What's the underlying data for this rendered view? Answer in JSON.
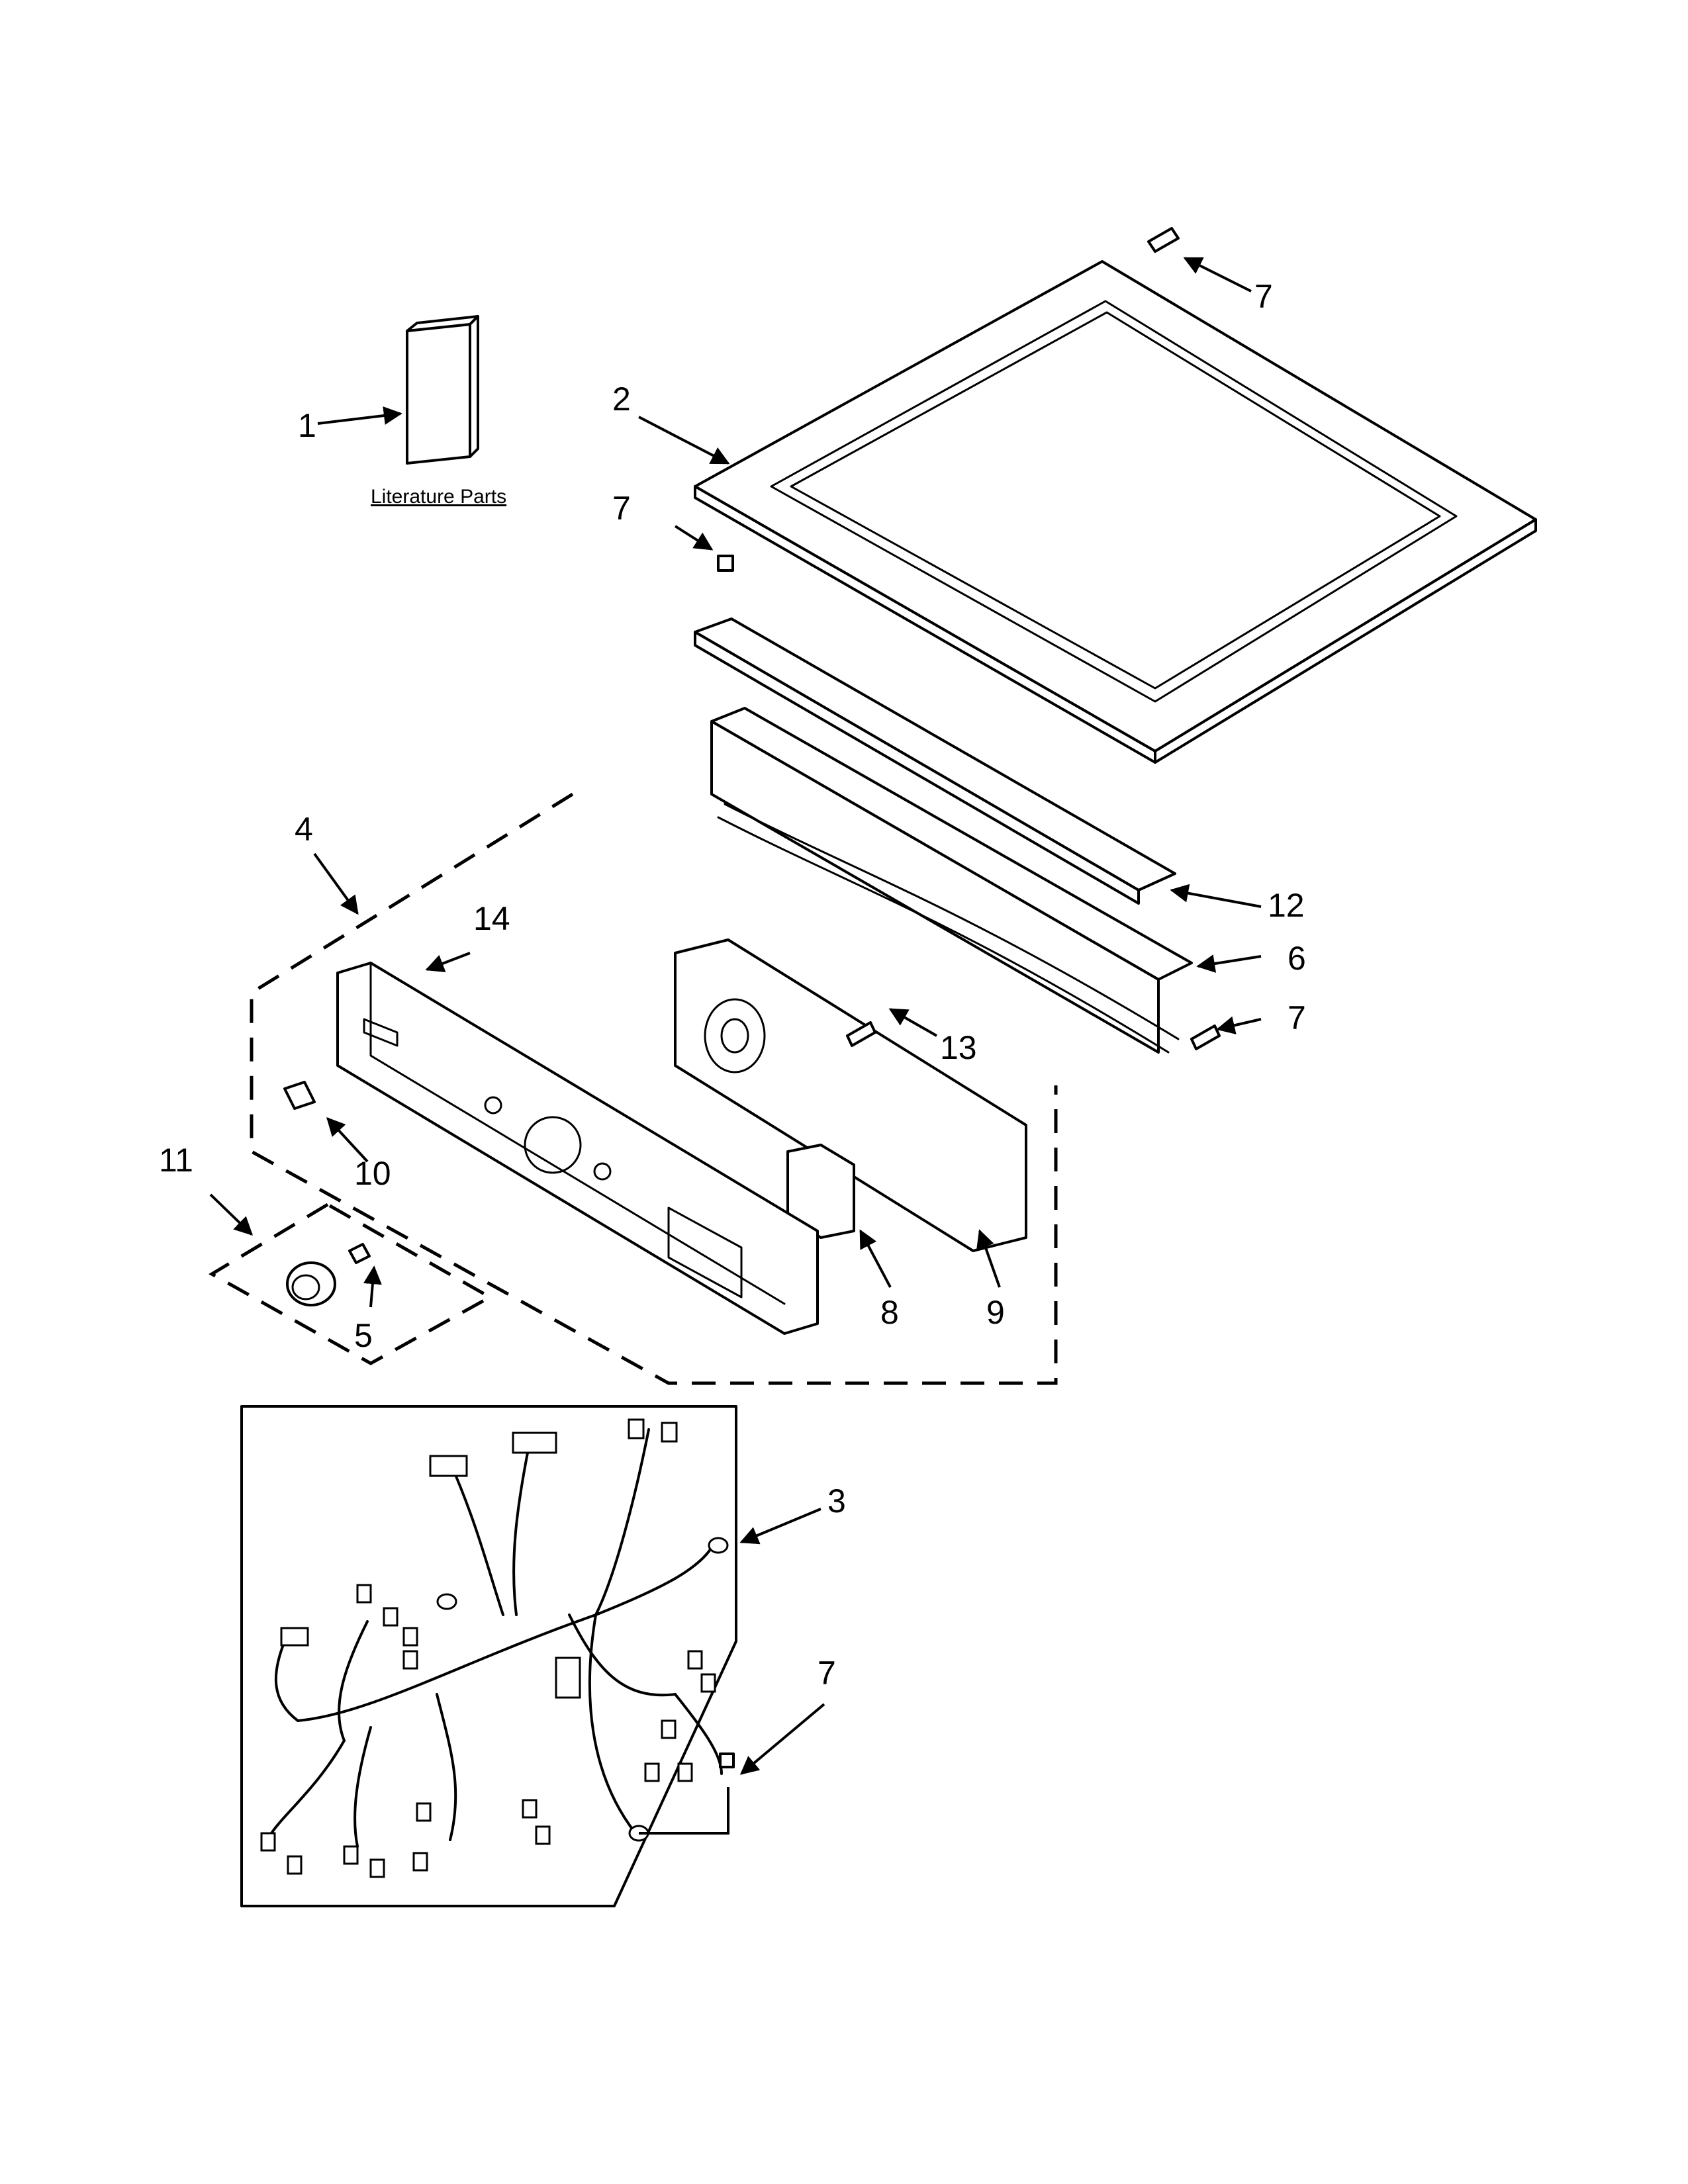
{
  "diagram": {
    "literature_label": "Literature Parts",
    "callouts": [
      "1",
      "2",
      "3",
      "4",
      "5",
      "6",
      "7",
      "8",
      "9",
      "10",
      "11",
      "12",
      "13",
      "14"
    ]
  }
}
